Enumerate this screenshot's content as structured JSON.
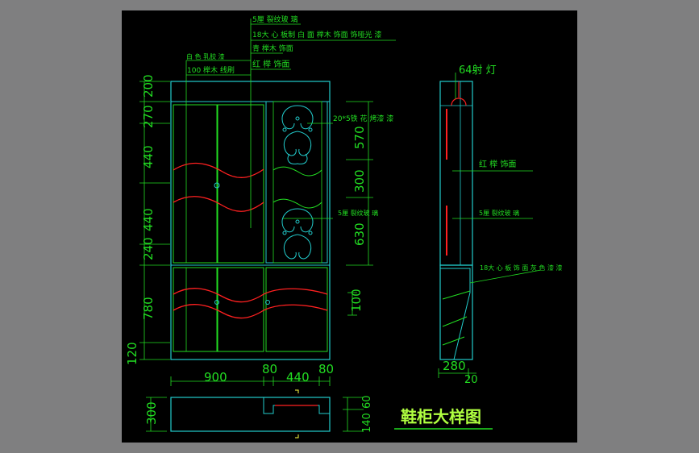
{
  "title": "鞋柜大样图",
  "notes": {
    "glass_5mm": "5厘 裂纹玻 璃",
    "board_18_finish": "18大 心 板制 白 面 榉木 饰面 饰哑光 漆",
    "ash_veneer": "青 榉木 饰面",
    "red_beech": "红 榉 饰面",
    "white_lacquer": "白 色 乳胶 漆",
    "beech_100": "100 榉木 线刷",
    "ironwork": "20*5铁 花 烤漆 漆",
    "glass_5mm_b": "5厘 裂纹玻 璃",
    "spotlight": "64射 灯",
    "red_beech_side": "红 榉 饰面",
    "glass_side": "5厘 裂纹玻 璃",
    "board_side": "18大 心 板 饰 面 灰 色 漆 漆"
  },
  "dims_left": {
    "d200": "200",
    "d270": "270",
    "d440a": "440",
    "d440b": "440",
    "d240": "240",
    "d780": "780",
    "d120": "120"
  },
  "dims_middle": {
    "d570": "570",
    "d300": "300",
    "d630": "630",
    "d100": "100"
  },
  "dims_bottom": {
    "d900": "900",
    "d80a": "80",
    "d440": "440",
    "d80b": "80",
    "d300": "300",
    "d280": "280",
    "d20": "20",
    "d60": "60",
    "d140": "140"
  },
  "colors": {
    "background": "#000000",
    "frame": "#7f7f80",
    "outline": "#22cccc",
    "dimension": "#22dd22",
    "accent": "#ff2020",
    "hardware": "#22cccc"
  }
}
